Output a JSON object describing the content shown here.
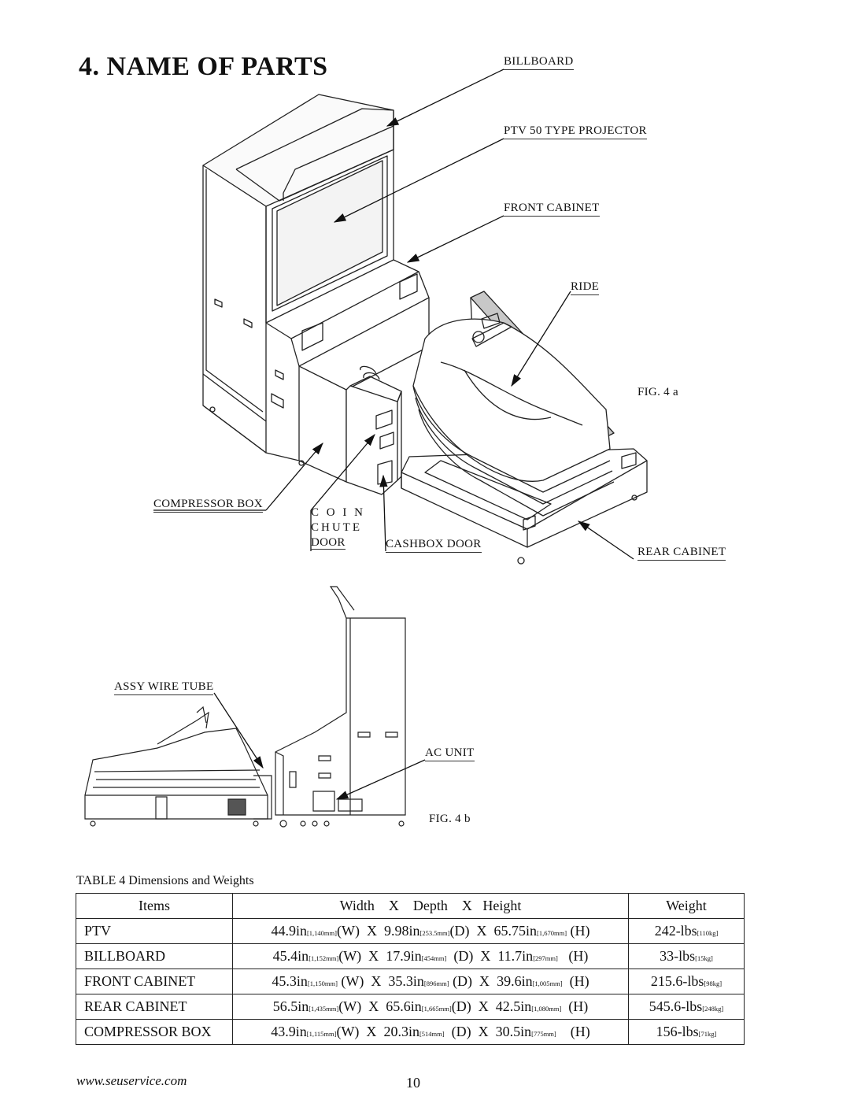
{
  "page": {
    "title": "4. NAME OF PARTS",
    "footer_url": "www.seuservice.com",
    "page_number": "10"
  },
  "fig_a": {
    "caption": "FIG. 4 a",
    "labels": {
      "billboard": "BILLBOARD",
      "projector": "PTV 50 TYPE PROJECTOR",
      "front_cabinet": "FRONT CABINET",
      "ride": "RIDE",
      "compressor_box": "COMPRESSOR BOX",
      "coin_line1": "C O I N",
      "coin_line2": "CHUTE",
      "coin_line3": "DOOR",
      "cashbox_door": "CASHBOX DOOR",
      "rear_cabinet": "REAR CABINET"
    }
  },
  "fig_b": {
    "caption": "FIG. 4 b",
    "labels": {
      "assy_wire_tube": "ASSY WIRE TUBE",
      "ac_unit": "AC UNIT"
    }
  },
  "table": {
    "caption": "TABLE 4  Dimensions and Weights",
    "headers": {
      "items": "Items",
      "dimensions": "Width    X    Depth    X   Height",
      "weight": "Weight"
    },
    "rows": [
      {
        "item": "PTV",
        "w": "44.9in",
        "w_mm": "[1,140mm]",
        "w_s": "(W)  X  ",
        "d": "9.98in",
        "d_mm": "[253.5mm]",
        "d_s": "(D)  X  ",
        "h": "65.75in",
        "h_mm": "[1,670mm]",
        "h_s": " (H)",
        "wt": "242-lbs",
        "wt_kg": "[110kg]"
      },
      {
        "item": "BILLBOARD",
        "w": "45.4in",
        "w_mm": "[1,152mm]",
        "w_s": "(W)  X  ",
        "d": "17.9in",
        "d_mm": "[454mm]",
        "d_s": "  (D)  X  ",
        "h": "11.7in",
        "h_mm": "[297mm]",
        "h_s": "   (H)",
        "wt": "33-lbs",
        "wt_kg": "[15kg]"
      },
      {
        "item": "FRONT CABINET",
        "w": "45.3in",
        "w_mm": "[1,150mm]",
        "w_s": " (W)  X  ",
        "d": "35.3in",
        "d_mm": "[896mm]",
        "d_s": " (D)  X  ",
        "h": "39.6in",
        "h_mm": "[1,005mm]",
        "h_s": "  (H)",
        "wt": "215.6-lbs",
        "wt_kg": "[98kg]"
      },
      {
        "item": "REAR CABINET",
        "w": "56.5in",
        "w_mm": "[1,435mm]",
        "w_s": "(W)  X  ",
        "d": "65.6in",
        "d_mm": "[1,665mm]",
        "d_s": "(D)  X  ",
        "h": "42.5in",
        "h_mm": "[1,080mm]",
        "h_s": "  (H)",
        "wt": "545.6-lbs",
        "wt_kg": "[248kg]"
      },
      {
        "item": "COMPRESSOR BOX",
        "w": "43.9in",
        "w_mm": "[1,115mm]",
        "w_s": "(W)  X  ",
        "d": "20.3in",
        "d_mm": "[514mm]",
        "d_s": "  (D)  X  ",
        "h": "30.5in",
        "h_mm": "[775mm]",
        "h_s": "    (H)",
        "wt": "156-lbs",
        "wt_kg": "[71kg]"
      }
    ]
  }
}
